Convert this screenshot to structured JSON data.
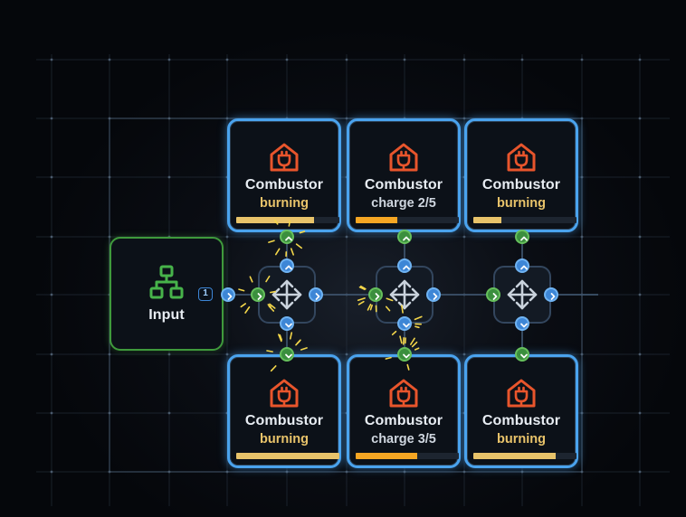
{
  "nodes": {
    "input": {
      "label": "Input"
    },
    "combustors": [
      {
        "label": "Combustor",
        "status": "burning",
        "status_kind": "burning",
        "progress": 0.75
      },
      {
        "label": "Combustor",
        "status": "charge 2/5",
        "status_kind": "charge",
        "progress": 0.4
      },
      {
        "label": "Combustor",
        "status": "burning",
        "status_kind": "burning",
        "progress": 0.27
      },
      {
        "label": "Combustor",
        "status": "burning",
        "status_kind": "burning",
        "progress": 1.0
      },
      {
        "label": "Combustor",
        "status": "charge 3/5",
        "status_kind": "charge",
        "progress": 0.6
      },
      {
        "label": "Combustor",
        "status": "burning",
        "status_kind": "burning",
        "progress": 0.8
      }
    ],
    "splitters": 3
  },
  "input_port_badge": "1",
  "colors": {
    "combustor_border": "#4aa3ee",
    "combustor_icon": "#e8552c",
    "input_border": "#3f9a3c",
    "input_icon": "#47b34a",
    "burning_bar": "#e8c36a",
    "charge_bar": "#f5a623",
    "port_blue": "#3d86d6",
    "port_green": "#3b8f3e"
  }
}
